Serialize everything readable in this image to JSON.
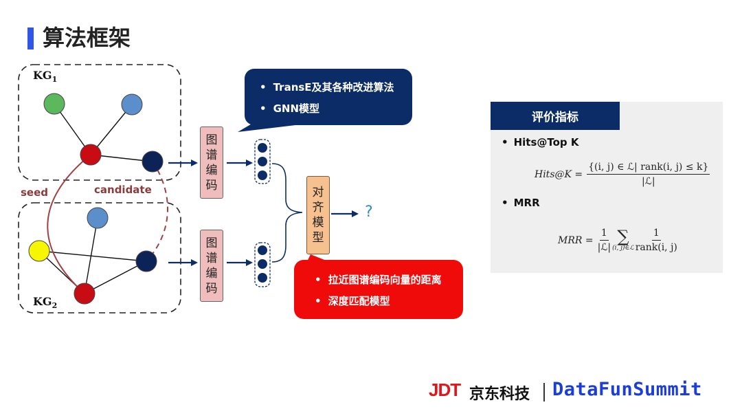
{
  "title": "算法框架",
  "kg1": {
    "label": "KG",
    "sub": "1"
  },
  "kg2": {
    "label": "KG",
    "sub": "2"
  },
  "edge_labels": {
    "seed": "seed",
    "candidate": "candidate"
  },
  "encoders": [
    {
      "chars": [
        "图",
        "谱",
        "编",
        "码"
      ]
    },
    {
      "chars": [
        "图",
        "谱",
        "编",
        "码"
      ]
    }
  ],
  "aligner": {
    "chars": [
      "对",
      "齐",
      "模",
      "型"
    ]
  },
  "output_mark": "?",
  "bubble_methods": {
    "items": [
      "TransE及其各种改进算法",
      "GNN模型"
    ],
    "color": "#0c2c68"
  },
  "bubble_goals": {
    "items": [
      "拉近图谱编码向量的距离",
      "深度匹配模型"
    ],
    "color": "#f00b0b"
  },
  "evaluation": {
    "header": "评价指标",
    "metrics": [
      {
        "name": "Hits@Top K",
        "formula": {
          "lhs": "Hits@K =",
          "numerator": "{(i, j) ∈ ℒ| rank(i, j) ≤ k}",
          "denominator": "|ℒ|"
        }
      },
      {
        "name": "MRR",
        "formula": {
          "lhs": "MRR =",
          "coef_num": "1",
          "coef_den": "|ℒ|",
          "sum": "∑",
          "sum_sub": "(i, j)∈ℒ",
          "numerator": "1",
          "denominator": "rank(i, j)"
        }
      }
    ]
  },
  "footer": {
    "jdt": "JDT",
    "company": "京东科技",
    "brand": "DataFunSummit"
  },
  "colors": {
    "node_green": "#5cb85c",
    "node_blue": "#5b8fcc",
    "node_red": "#c80c14",
    "node_navy": "#0c2358",
    "node_yellow": "#f6f600",
    "seed_line": "#a04040",
    "arrow": "#0c2c68"
  }
}
